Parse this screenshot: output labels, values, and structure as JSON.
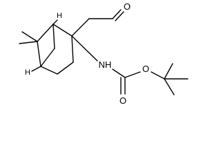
{
  "atom_labels": {
    "aldehyde_oxygen": "O",
    "amide_nitrogen": "NH",
    "ester_oxygen": "O",
    "carbonyl_oxygen": "O",
    "bridgehead_h_top": "H",
    "bridgehead_h_bottom": "H"
  }
}
